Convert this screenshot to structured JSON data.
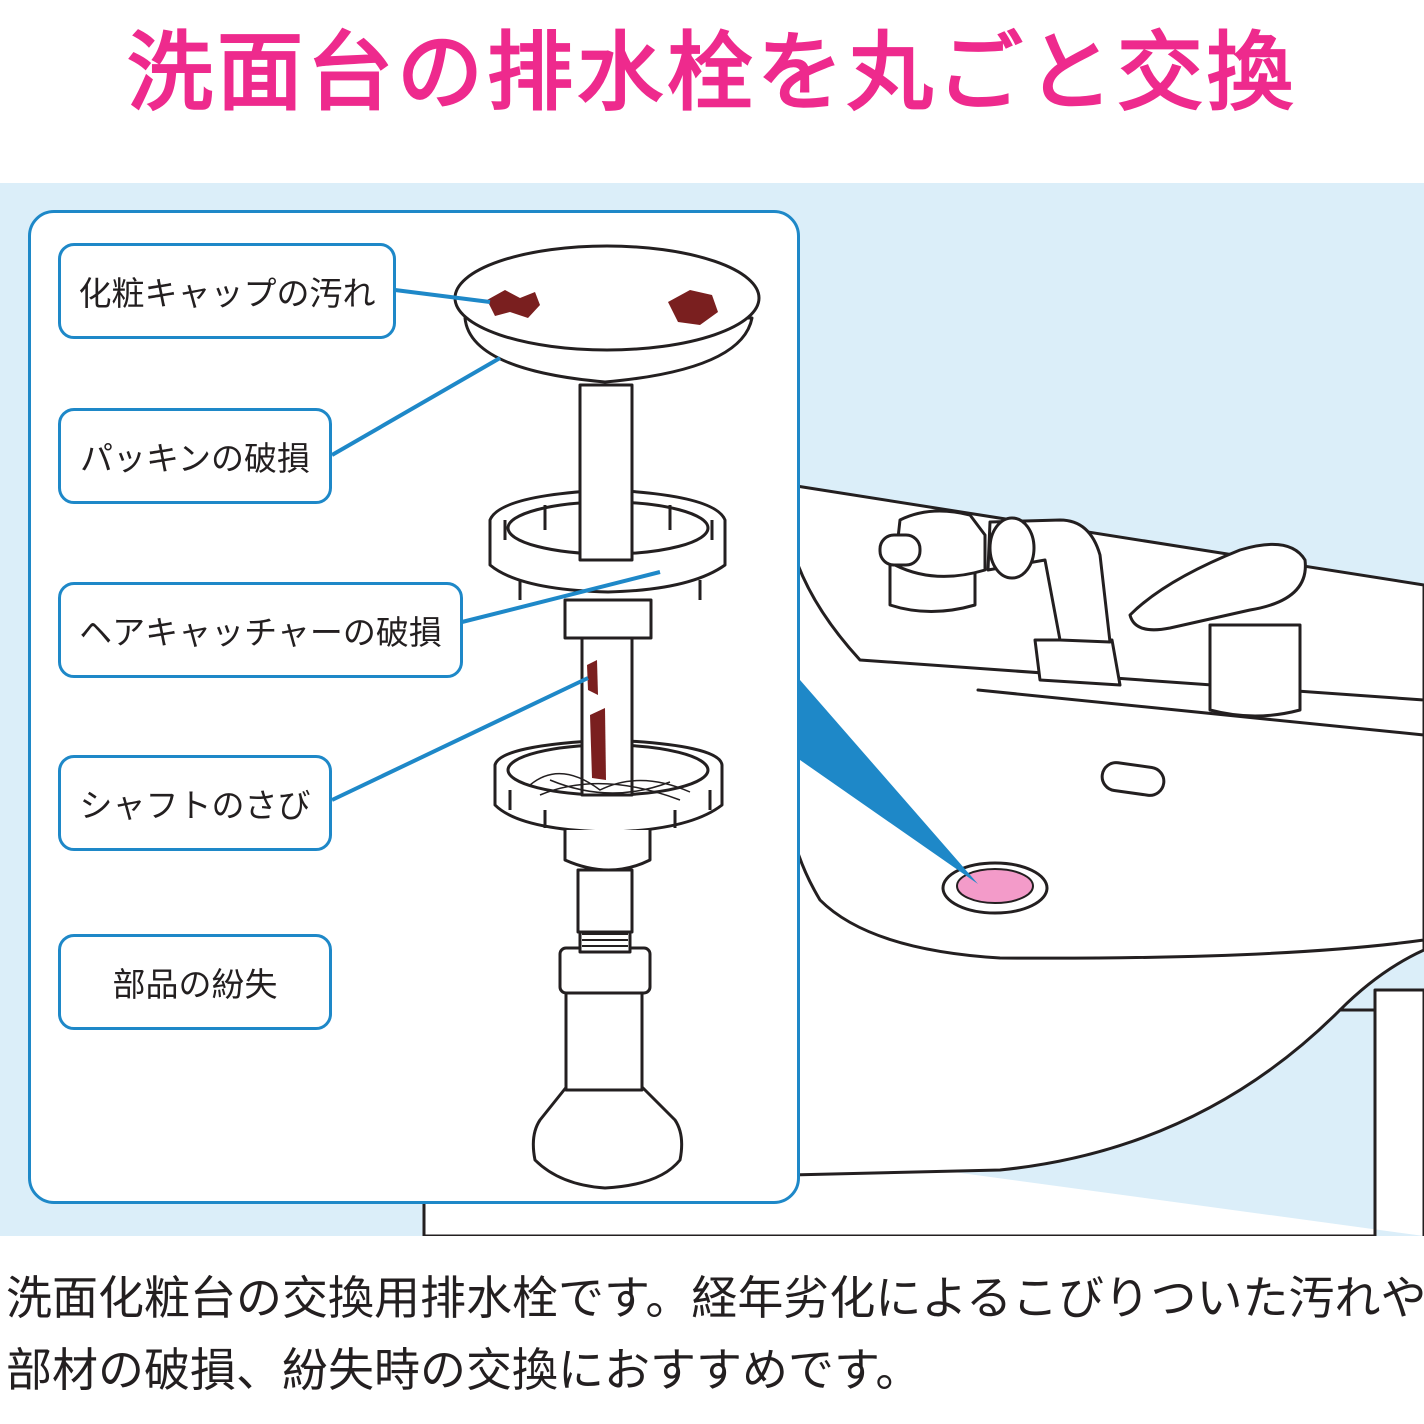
{
  "title": "洗面台の排水栓を丸ごと交換",
  "colors": {
    "title": "#ee2a8d",
    "accent_blue": "#1e88c8",
    "background_blue": "#dbeef9",
    "drain_pink": "#f39bc9",
    "rust": "#7a1f1f"
  },
  "labels": {
    "cap_dirt": "化粧キャップの汚れ",
    "packing_damage": "パッキンの破損",
    "hair_catcher_damage": "ヘアキャッチャーの破損",
    "shaft_rust": "シャフトのさび",
    "lost_parts": "部品の紛失"
  },
  "description": {
    "line1": "洗面化粧台の交換用排水栓です。経年劣化によるこびりついた汚れや",
    "line2": "部材の破損、紛失時の交換におすすめです。"
  }
}
